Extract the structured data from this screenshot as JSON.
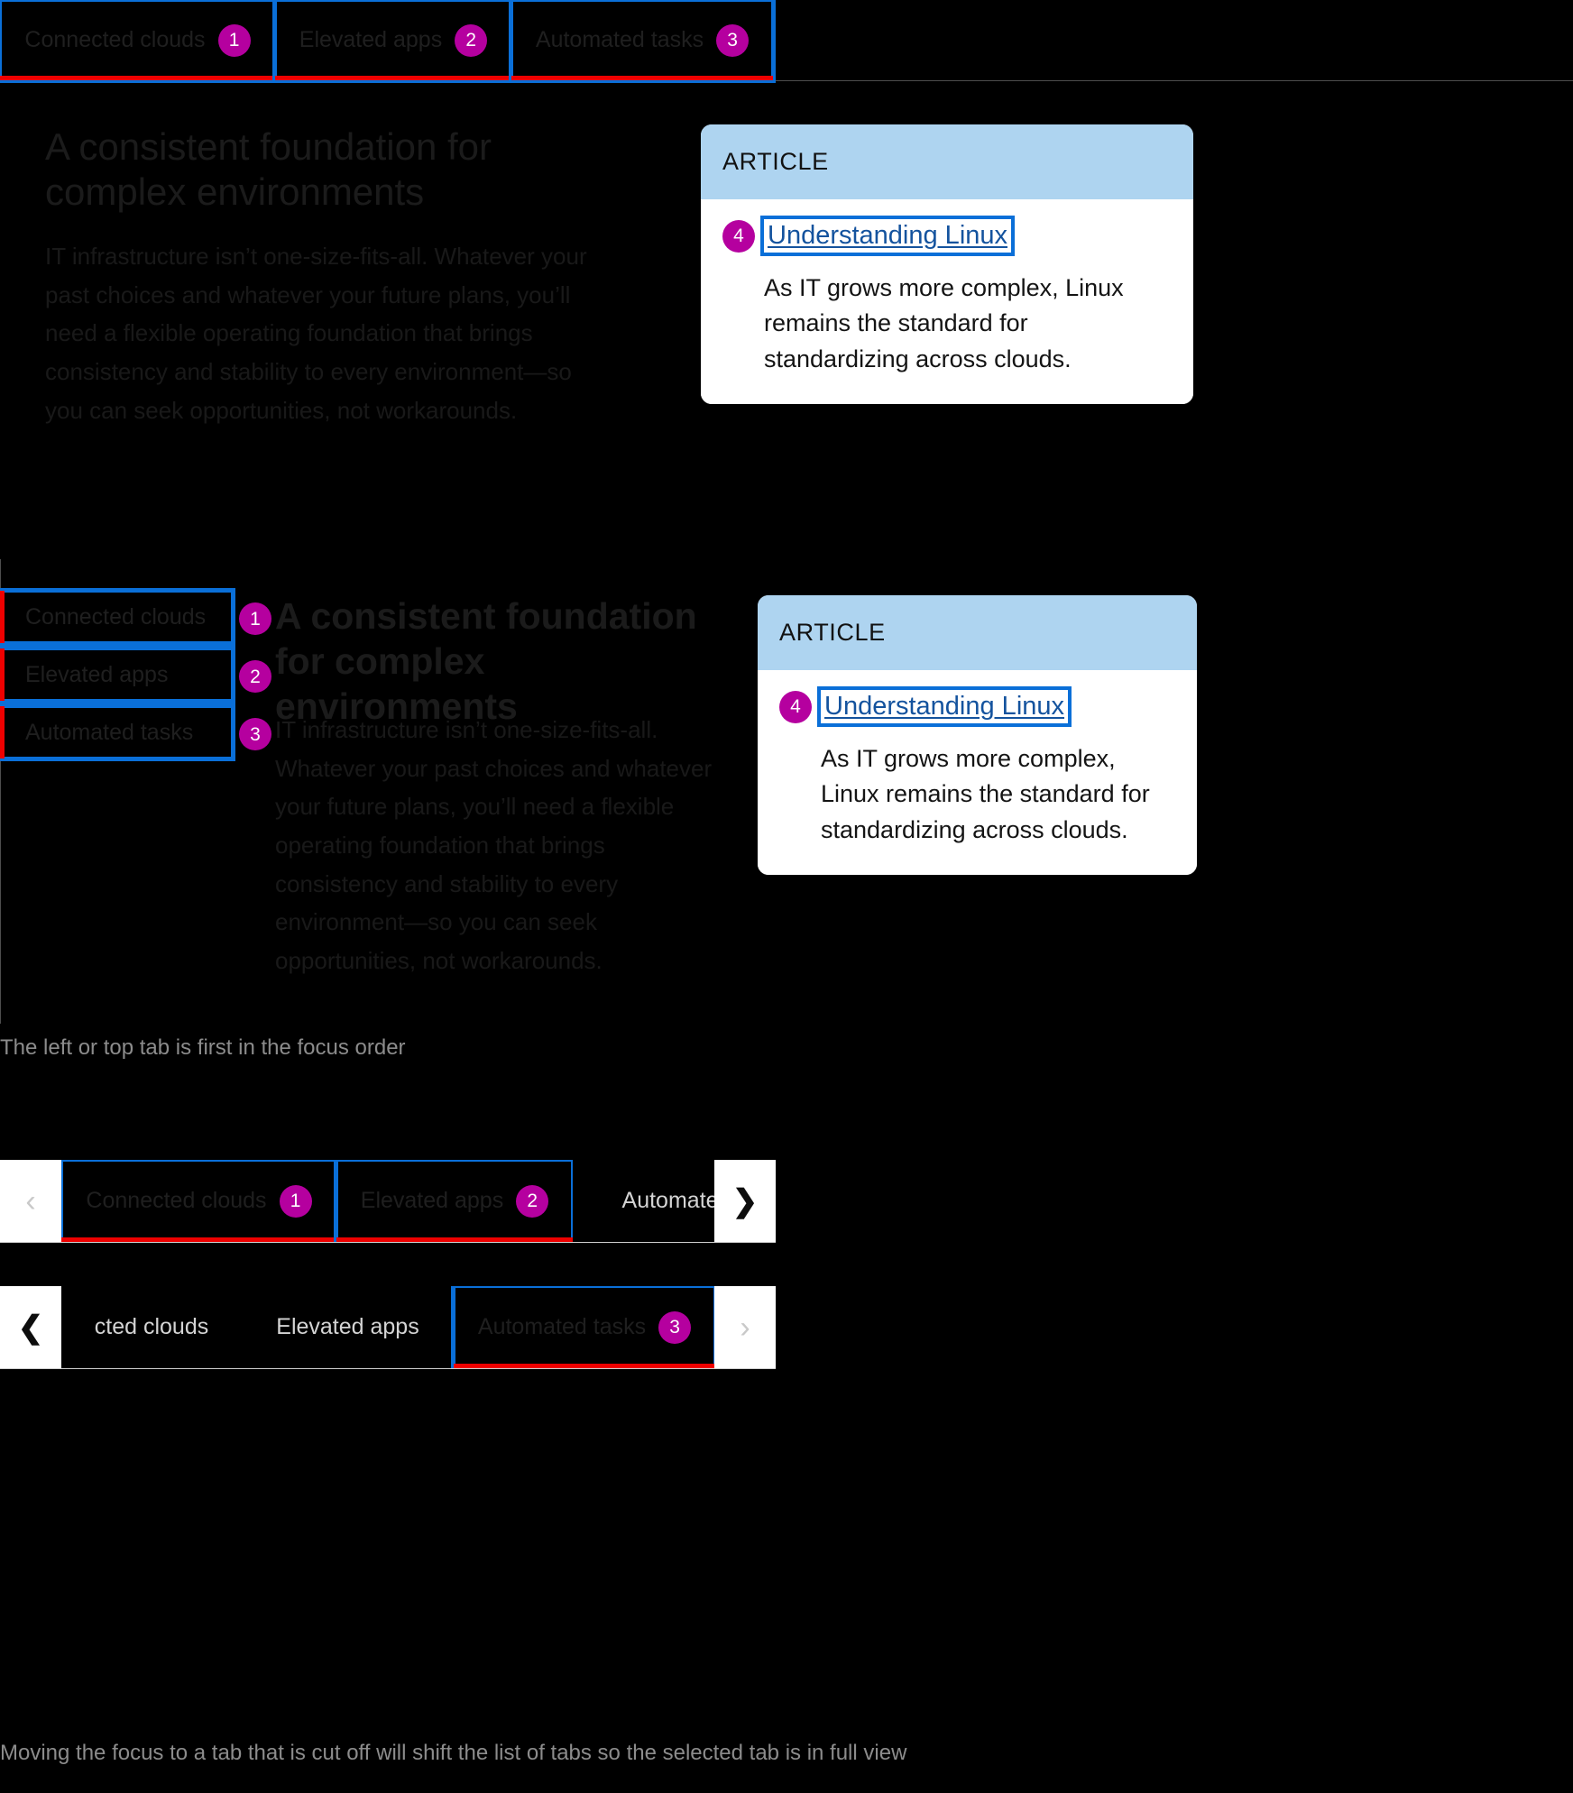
{
  "colors": {
    "background": "#000000",
    "focus_outline": "#0a6fd8",
    "active_indicator": "#ee0000",
    "badge": "#b5009f",
    "card_header": "#aed4f0",
    "card_surface": "#ffffff",
    "link": "#14539e",
    "caption": "#8c8c8c"
  },
  "section_horizontal": {
    "tabs": [
      {
        "label": "Connected clouds",
        "badge": "1",
        "focused": true,
        "active": true
      },
      {
        "label": "Elevated apps",
        "badge": "2",
        "focused": true,
        "active": true
      },
      {
        "label": "Automated tasks",
        "badge": "3",
        "focused": true,
        "active": true
      }
    ],
    "heading": "A consistent foundation for complex environments",
    "body": "IT infrastructure isn’t one-size-fits-all. Whatever your past choices and whatever your future plans, you’ll need a flexible operating foundation that brings consistency and stability to every environment—so you can seek opportunities, not workarounds.",
    "card": {
      "eyebrow": "ARTICLE",
      "link_badge": "4",
      "link_label": "Understanding Linux",
      "description": "As IT grows more complex, Linux remains the standard for standardizing across clouds."
    }
  },
  "section_vertical": {
    "tabs": [
      {
        "label": "Connected clouds",
        "badge": "1"
      },
      {
        "label": "Elevated apps",
        "badge": "2"
      },
      {
        "label": "Automated tasks",
        "badge": "3"
      }
    ],
    "heading": "A consistent foundation for complex environments",
    "body": "IT infrastructure isn’t one-size-fits-all. Whatever your past choices and whatever your future plans, you’ll need a flexible operating foundation that brings consistency and stability to every environment—so you can seek opportunities, not workarounds.",
    "card": {
      "eyebrow": "ARTICLE",
      "link_badge": "4",
      "link_label": "Understanding Linux",
      "description": "As IT grows more complex, Linux remains the standard for standardizing across clouds."
    },
    "caption": "The left or top tab is first in the focus order"
  },
  "section_carousel": {
    "row_one": {
      "prev_icon": "chevron-left-icon",
      "next_icon": "chevron-right-icon",
      "prev_glyph": "‹",
      "next_glyph": "❯",
      "tabs": [
        {
          "label": "Connected clouds",
          "badge": "1",
          "focused": true,
          "active": true
        },
        {
          "label": "Elevated apps",
          "badge": "2",
          "focused": true,
          "active": true
        },
        {
          "label": "Automated",
          "badge": "",
          "focused": false,
          "active": false
        }
      ]
    },
    "row_two": {
      "prev_icon": "chevron-left-icon",
      "next_icon": "chevron-right-icon",
      "prev_glyph": "❮",
      "next_glyph": "›",
      "tabs": [
        {
          "label": "cted clouds",
          "badge": "",
          "focused": false,
          "active": false
        },
        {
          "label": "Elevated apps",
          "badge": "",
          "focused": false,
          "active": false
        },
        {
          "label": "Automated tasks",
          "badge": "3",
          "focused": true,
          "active": true
        }
      ]
    },
    "caption": "Moving the focus to a tab that is cut off will shift the list of tabs so the selected tab is in full view"
  }
}
